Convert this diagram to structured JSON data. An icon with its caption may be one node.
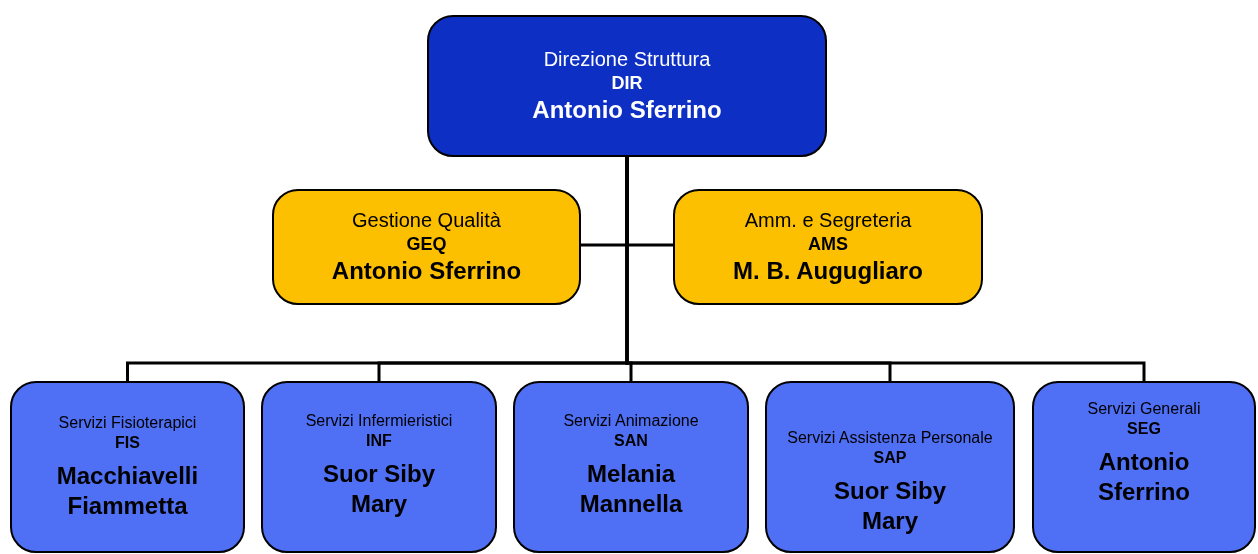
{
  "diagram": {
    "nodes": [
      {
        "text": [
          "Direzione Struttura",
          "DIR",
          "Antonio Sferrino"
        ]
      },
      {
        "text": [
          "Gestione Qualità",
          "GEQ",
          "Antonio Sferrino"
        ]
      },
      {
        "text": [
          "Amm. e Segreteria",
          "AMS",
          "M. B. Augugliaro"
        ]
      },
      {
        "text": [
          "Servizi Fisioterapici",
          "FIS",
          "Macchiavelli Fiammetta"
        ]
      },
      {
        "text": [
          "Servizi Infermieristici",
          "INF",
          "Suor Siby Mary"
        ]
      },
      {
        "text": [
          "Servizi Animazione",
          "SAN",
          "Melania Mannella"
        ]
      },
      {
        "text": [
          "Servizi Assistenza Personale",
          "SAP",
          "Suor Siby Mary"
        ]
      },
      {
        "text": [
          "Servizi Generali",
          "SEG",
          "Antonio Sferrino"
        ]
      }
    ],
    "edges": [
      {
        "from": 0,
        "to": 1,
        "arrow": "none"
      },
      {
        "from": 0,
        "to": 2,
        "arrow": "none"
      },
      {
        "from": 0,
        "to": 3,
        "arrow": "none"
      },
      {
        "from": 0,
        "to": 4,
        "arrow": "none"
      },
      {
        "from": 0,
        "to": 5,
        "arrow": "none"
      },
      {
        "from": 0,
        "to": 6,
        "arrow": "none"
      },
      {
        "from": 0,
        "to": 7,
        "arrow": "none"
      }
    ]
  }
}
